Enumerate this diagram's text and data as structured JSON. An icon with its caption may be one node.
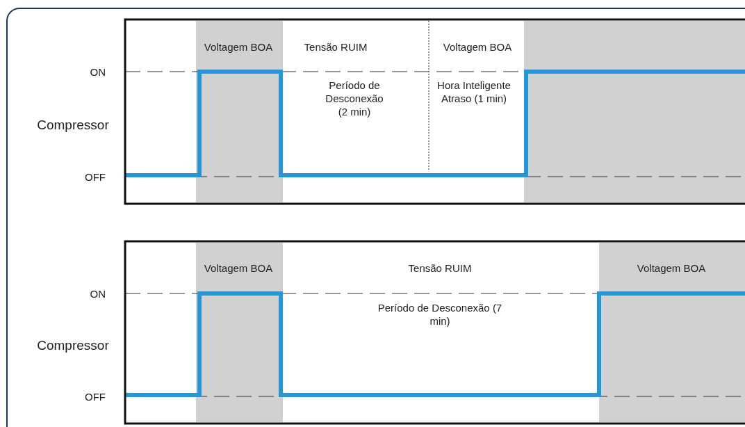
{
  "diagram": {
    "labels": [
      "Voltagem BOA",
      "Tensão RUIM",
      "Voltagem BOA",
      "ON",
      "Período de Desconexão (2 min)",
      "Hora Inteligente Atraso (1 min)",
      "Compressor",
      "OFF",
      "Voltagem BOA",
      "Tensão RUIM",
      "Voltagem BOA",
      "ON",
      "Período de Desconexão (7 min)",
      "Compressor",
      "OFF"
    ]
  }
}
